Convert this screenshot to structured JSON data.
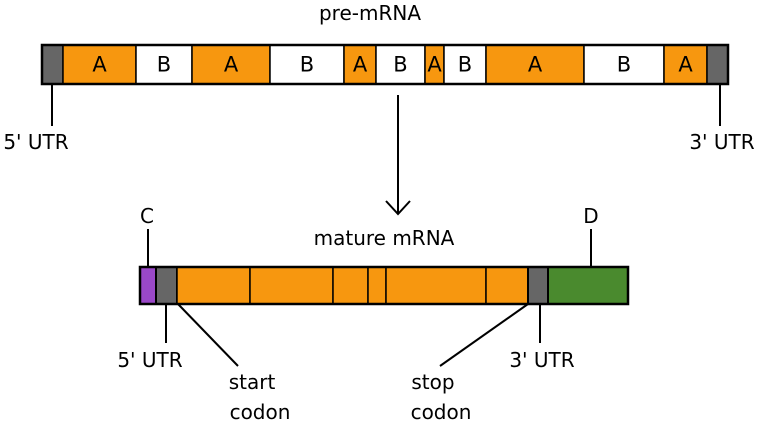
{
  "pre_mrna": {
    "title": "pre-mRNA",
    "utr_5_label": "5' UTR",
    "utr_3_label": "3' UTR",
    "segments": [
      {
        "kind": "utr",
        "label": "",
        "color": "#666666"
      },
      {
        "kind": "exon",
        "label": "A",
        "color": "#F7970F"
      },
      {
        "kind": "intron",
        "label": "B",
        "color": "#FFFFFF"
      },
      {
        "kind": "exon",
        "label": "A",
        "color": "#F7970F"
      },
      {
        "kind": "intron",
        "label": "B",
        "color": "#FFFFFF"
      },
      {
        "kind": "exon",
        "label": "A",
        "color": "#F7970F"
      },
      {
        "kind": "intron",
        "label": "B",
        "color": "#FFFFFF"
      },
      {
        "kind": "exon",
        "label": "A",
        "color": "#F7970F"
      },
      {
        "kind": "intron",
        "label": "B",
        "color": "#FFFFFF"
      },
      {
        "kind": "exon",
        "label": "A",
        "color": "#F7970F"
      },
      {
        "kind": "intron",
        "label": "B",
        "color": "#FFFFFF"
      },
      {
        "kind": "exon",
        "label": "A",
        "color": "#F7970F"
      },
      {
        "kind": "utr",
        "label": "",
        "color": "#666666"
      }
    ]
  },
  "mature_mrna": {
    "title": "mature mRNA",
    "cap_label": "C",
    "tail_label": "D",
    "utr_5_label": "5' UTR",
    "utr_3_label": "3' UTR",
    "start_codon_label_line1": "start",
    "start_codon_label_line2": "codon",
    "stop_codon_label_line1": "stop",
    "stop_codon_label_line2": "codon",
    "colors": {
      "cap": "#9A48C8",
      "utr": "#666666",
      "exon": "#F7970F",
      "tail": "#4A8A2E"
    }
  }
}
